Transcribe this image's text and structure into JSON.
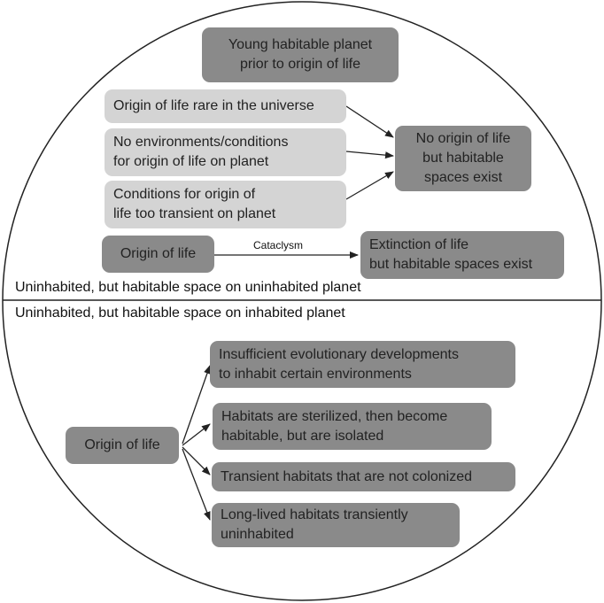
{
  "top": {
    "young_planet": "Young  habitable planet\nprior to origin of life",
    "rare_origin": "Origin of life rare in the universe",
    "no_environments": "No environments/conditions\nfor origin of life on planet",
    "transient_conditions": "Conditions for origin of\nlife too transient on planet",
    "no_origin_result": "No origin of life\nbut habitable\nspaces exist",
    "origin_of_life": "Origin of life",
    "cataclysm": "Cataclysm",
    "extinction": "Extinction of life\nbut habitable spaces exist",
    "section_label": "Uninhabited, but habitable space on uninhabited planet"
  },
  "bottom": {
    "section_label": "Uninhabited, but habitable space on inhabited planet",
    "origin_of_life": "Origin of life",
    "insufficient": "Insufficient evolutionary  developments\nto inhabit certain environments",
    "sterilized": "Habitats are sterilized, then become\nhabitable, but are isolated",
    "transient_habitats": "Transient habitats that are not colonized",
    "long_lived": "Long-lived habitats transiently\nuninhabited"
  },
  "colors": {
    "dark_box": "#8a8a8a",
    "light_box": "#d4d4d4",
    "stroke": "#222222"
  }
}
